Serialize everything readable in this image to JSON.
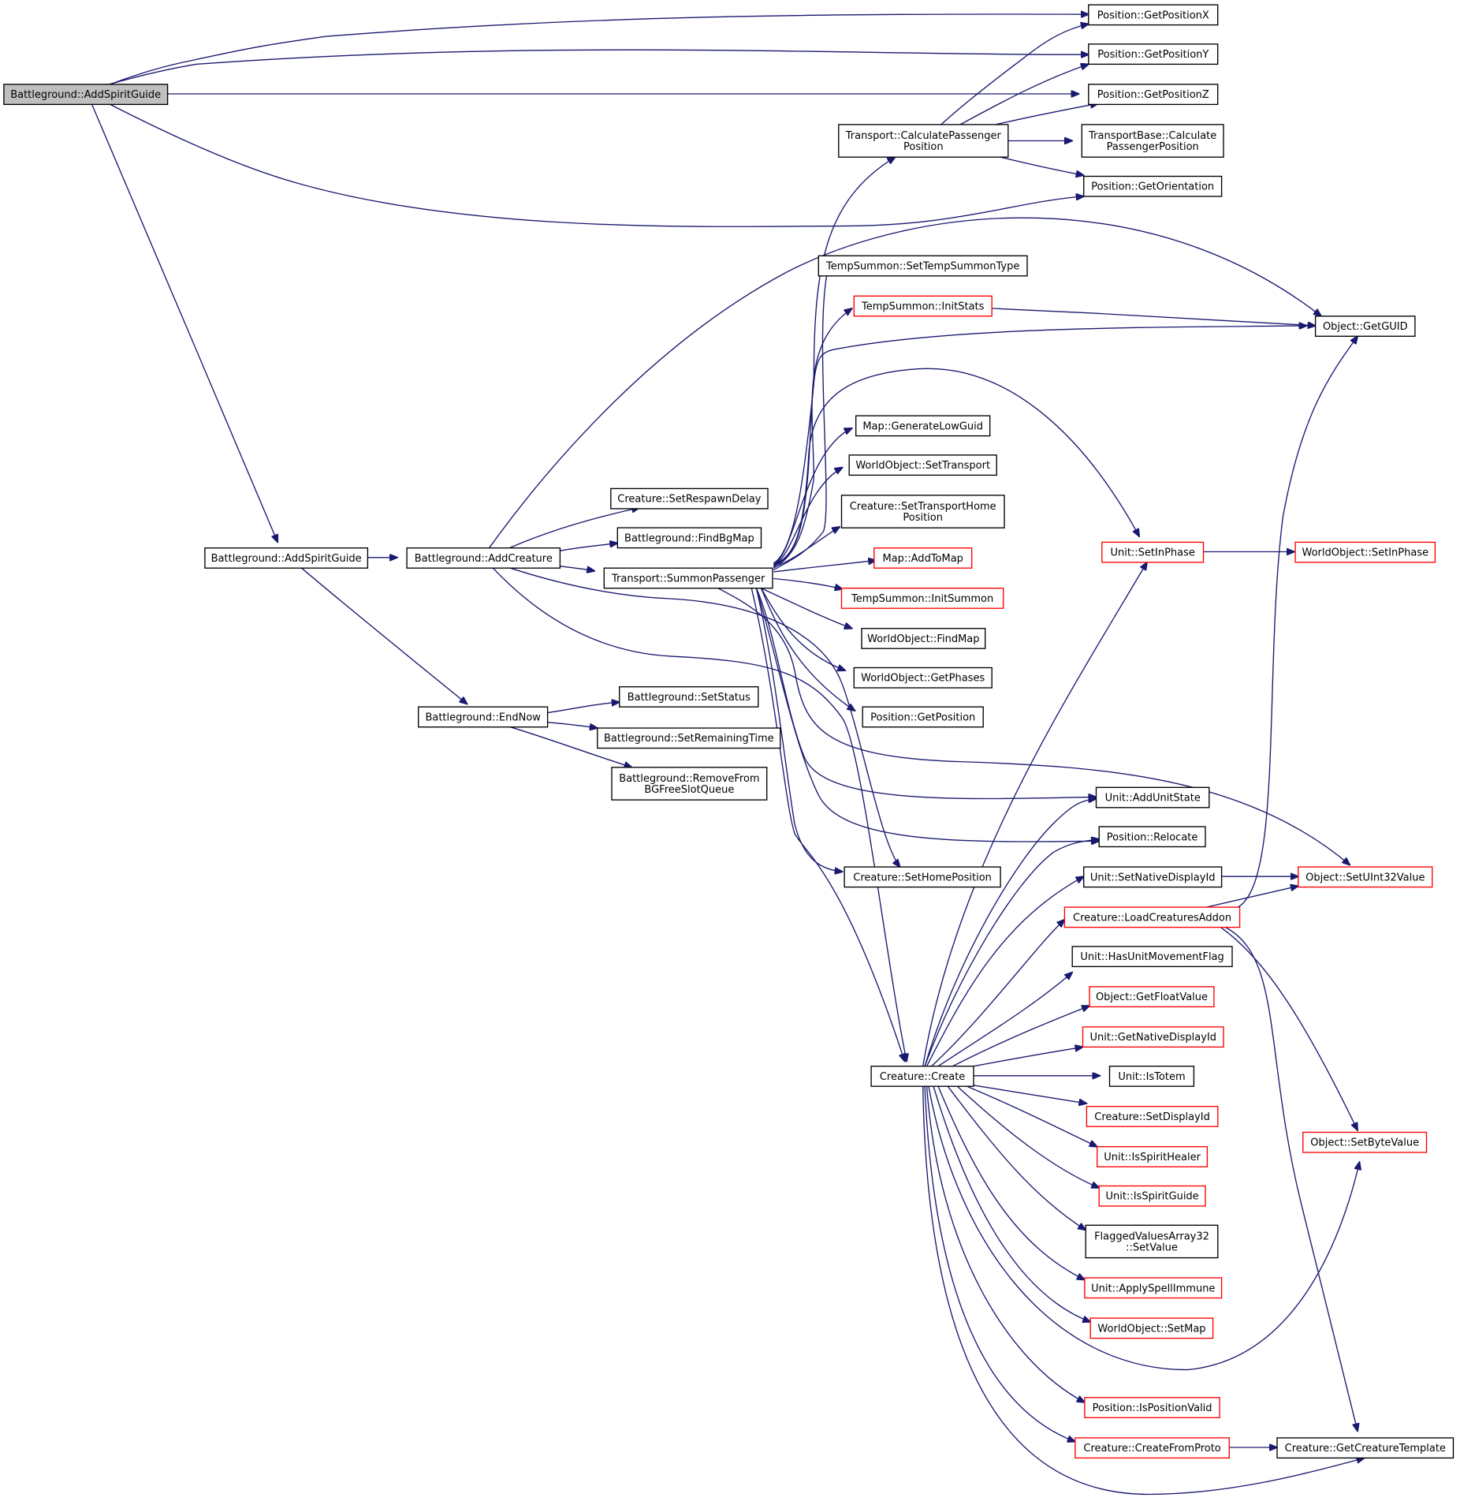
{
  "colors": {
    "edge": "#191970",
    "border_default": "#000000",
    "border_truncated": "#ff0000",
    "fill_root": "#bfbfbf",
    "fill_default": "#ffffff"
  },
  "nodes": {
    "n1": {
      "lines": [
        "Battleground::AddSpiritGuide"
      ],
      "style": "root"
    },
    "n2": {
      "lines": [
        "Position::GetPositionX"
      ],
      "style": "default"
    },
    "n3": {
      "lines": [
        "Position::GetPositionY"
      ],
      "style": "default"
    },
    "n4": {
      "lines": [
        "Position::GetPositionZ"
      ],
      "style": "default"
    },
    "n5": {
      "lines": [
        "Transport::CalculatePassenger",
        "Position"
      ],
      "style": "default"
    },
    "n6": {
      "lines": [
        "TransportBase::Calculate",
        "PassengerPosition"
      ],
      "style": "default"
    },
    "n7": {
      "lines": [
        "Position::GetOrientation"
      ],
      "style": "default"
    },
    "n8": {
      "lines": [
        "TempSummon::SetTempSummonType"
      ],
      "style": "default"
    },
    "n9": {
      "lines": [
        "TempSummon::InitStats"
      ],
      "style": "truncated"
    },
    "n10": {
      "lines": [
        "Object::GetGUID"
      ],
      "style": "default"
    },
    "n11": {
      "lines": [
        "Map::GenerateLowGuid"
      ],
      "style": "default"
    },
    "n12": {
      "lines": [
        "WorldObject::SetTransport"
      ],
      "style": "default"
    },
    "n13": {
      "lines": [
        "Creature::SetRespawnDelay"
      ],
      "style": "default"
    },
    "n14": {
      "lines": [
        "Creature::SetTransportHome",
        "Position"
      ],
      "style": "default"
    },
    "n15": {
      "lines": [
        "Battleground::FindBgMap"
      ],
      "style": "default"
    },
    "n16": {
      "lines": [
        "Battleground::AddSpiritGuide"
      ],
      "style": "default"
    },
    "n17": {
      "lines": [
        "Battleground::AddCreature"
      ],
      "style": "default"
    },
    "n18": {
      "lines": [
        "Unit::SetInPhase"
      ],
      "style": "truncated"
    },
    "n19": {
      "lines": [
        "WorldObject::SetInPhase"
      ],
      "style": "truncated"
    },
    "n20": {
      "lines": [
        "Map::AddToMap"
      ],
      "style": "truncated"
    },
    "n21": {
      "lines": [
        "Transport::SummonPassenger"
      ],
      "style": "default"
    },
    "n22": {
      "lines": [
        "TempSummon::InitSummon"
      ],
      "style": "truncated"
    },
    "n23": {
      "lines": [
        "WorldObject::FindMap"
      ],
      "style": "default"
    },
    "n24": {
      "lines": [
        "WorldObject::GetPhases"
      ],
      "style": "default"
    },
    "n25": {
      "lines": [
        "Battleground::SetStatus"
      ],
      "style": "default"
    },
    "n26": {
      "lines": [
        "Battleground::EndNow"
      ],
      "style": "default"
    },
    "n27": {
      "lines": [
        "Position::GetPosition"
      ],
      "style": "default"
    },
    "n28": {
      "lines": [
        "Battleground::SetRemainingTime"
      ],
      "style": "default"
    },
    "n29": {
      "lines": [
        "Battleground::RemoveFrom",
        "BGFreeSlotQueue"
      ],
      "style": "default"
    },
    "n30": {
      "lines": [
        "Unit::AddUnitState"
      ],
      "style": "default"
    },
    "n31": {
      "lines": [
        "Position::Relocate"
      ],
      "style": "default"
    },
    "n32": {
      "lines": [
        "Unit::SetNativeDisplayId"
      ],
      "style": "default"
    },
    "n33": {
      "lines": [
        "Object::SetUInt32Value"
      ],
      "style": "truncated"
    },
    "n34": {
      "lines": [
        "Creature::SetHomePosition"
      ],
      "style": "default"
    },
    "n35": {
      "lines": [
        "Creature::LoadCreaturesAddon"
      ],
      "style": "truncated"
    },
    "n36": {
      "lines": [
        "Unit::HasUnitMovementFlag"
      ],
      "style": "default"
    },
    "n37": {
      "lines": [
        "Object::GetFloatValue"
      ],
      "style": "truncated"
    },
    "n38": {
      "lines": [
        "Unit::GetNativeDisplayId"
      ],
      "style": "truncated"
    },
    "n39": {
      "lines": [
        "Creature::Create"
      ],
      "style": "default"
    },
    "n40": {
      "lines": [
        "Unit::IsTotem"
      ],
      "style": "default"
    },
    "n41": {
      "lines": [
        "Creature::SetDisplayId"
      ],
      "style": "truncated"
    },
    "n42": {
      "lines": [
        "Object::SetByteValue"
      ],
      "style": "truncated"
    },
    "n43": {
      "lines": [
        "Unit::IsSpiritHealer"
      ],
      "style": "truncated"
    },
    "n44": {
      "lines": [
        "Unit::IsSpiritGuide"
      ],
      "style": "truncated"
    },
    "n45": {
      "lines": [
        "FlaggedValuesArray32",
        "::SetValue"
      ],
      "style": "default"
    },
    "n46": {
      "lines": [
        "Unit::ApplySpellImmune"
      ],
      "style": "truncated"
    },
    "n47": {
      "lines": [
        "WorldObject::SetMap"
      ],
      "style": "truncated"
    },
    "n48": {
      "lines": [
        "Position::IsPositionValid"
      ],
      "style": "truncated"
    },
    "n49": {
      "lines": [
        "Creature::CreateFromProto"
      ],
      "style": "truncated"
    },
    "n50": {
      "lines": [
        "Creature::GetCreatureTemplate"
      ],
      "style": "default"
    }
  }
}
